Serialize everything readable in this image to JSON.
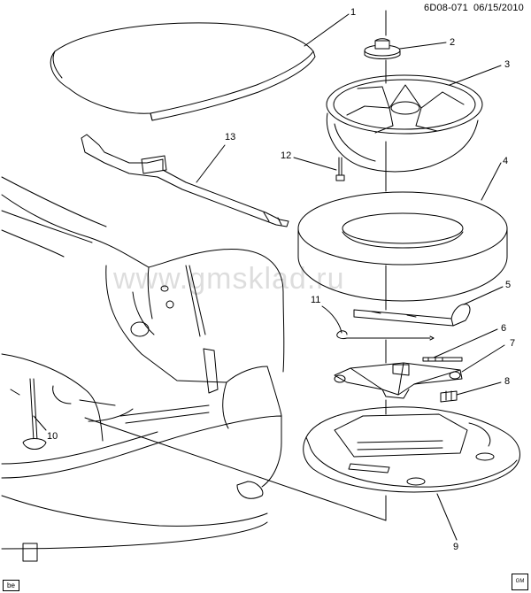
{
  "header": {
    "diagram_id": "6D08-071",
    "date": "06/15/2010"
  },
  "watermark": "www.gmsklad.ru",
  "callouts": [
    "1",
    "2",
    "3",
    "4",
    "5",
    "6",
    "7",
    "8",
    "9",
    "10",
    "11",
    "12",
    "13"
  ],
  "footer": {
    "view_code": "be",
    "logo_text": "GM"
  }
}
